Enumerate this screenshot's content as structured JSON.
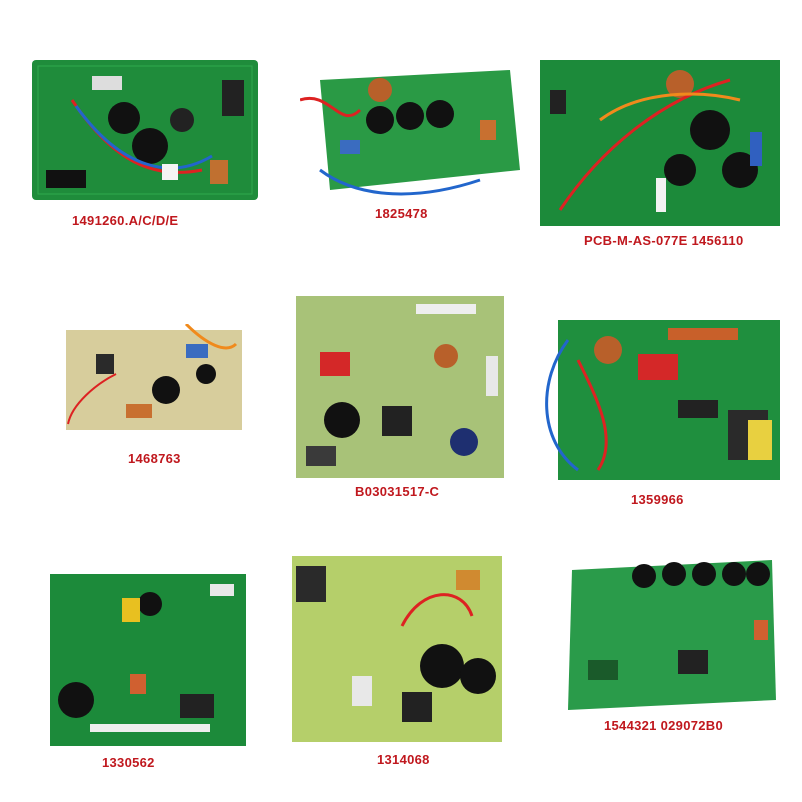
{
  "colors": {
    "background": "#ffffff",
    "caption": "#c0181e",
    "pcb_green": "#1e8a3a",
    "pcb_green_dark": "#146a2b",
    "pcb_beige": "#d8cfa0",
    "pcb_lightgreen": "#a9c77a"
  },
  "items": [
    {
      "label": "1491260.A/C/D/E",
      "board_color": "#1f8c3b"
    },
    {
      "label": "1825478",
      "board_color": "#2a9a45"
    },
    {
      "label": "PCB-M-AS-077E 1456110",
      "board_color": "#1c8a3a"
    },
    {
      "label": "1468763",
      "board_color": "#d7cd9c"
    },
    {
      "label": "B03031517-C",
      "board_color": "#a8c278"
    },
    {
      "label": "1359966",
      "board_color": "#1f8f3e"
    },
    {
      "label": "1330562",
      "board_color": "#1c8a3a"
    },
    {
      "label": "1314068",
      "board_color": "#b5cf6a"
    },
    {
      "label": "1544321 029072B0",
      "board_color": "#2a9b4a"
    }
  ]
}
